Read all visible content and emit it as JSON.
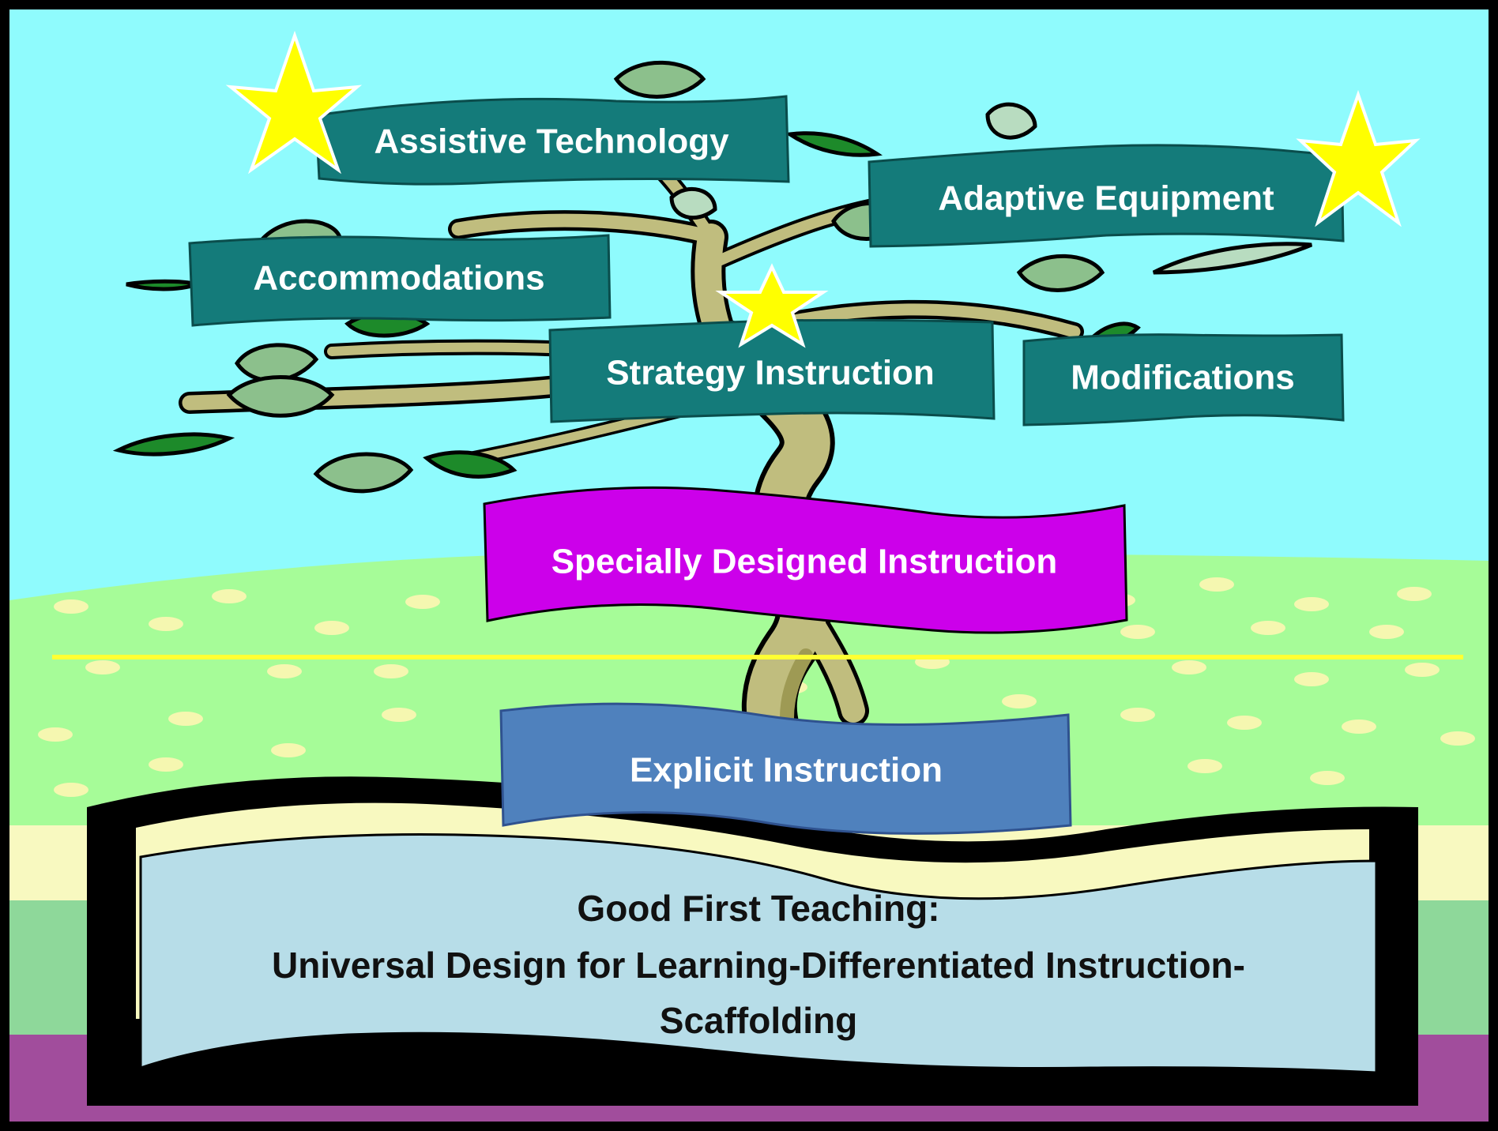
{
  "colors": {
    "sky": "#8ffbfd",
    "grass": "#a6fc98",
    "dot": "#f5f7b0",
    "sand": "#f8f9c0",
    "stripe_green": "#8ed89a",
    "ground_purple": "#a14d9c",
    "teal_banner": "#147b7a",
    "sdi_banner": "#cc00ea",
    "explicit_banner": "#4f81bd",
    "base_banner": "#b7dde8",
    "divider": "#ffff33",
    "star": "#ffff00",
    "trunk": "#c0bd7e",
    "leaf_light": "#8cc08c",
    "leaf_pale": "#b8dcc0",
    "leaf_dark": "#1d8a2a"
  },
  "banners": {
    "assistive_technology": "Assistive Technology",
    "adaptive_equipment": "Adaptive Equipment",
    "accommodations": "Accommodations",
    "strategy_instruction": "Strategy Instruction",
    "modifications": "Modifications",
    "specially_designed_instruction": "Specially Designed Instruction",
    "explicit_instruction": "Explicit Instruction"
  },
  "base": {
    "line1": "Good First Teaching:",
    "line2": "Universal Design for Learning-Differentiated Instruction-",
    "line3": "Scaffolding"
  },
  "icons": {
    "star": "star-icon",
    "tree": "tree-icon",
    "leaf": "leaf-icon"
  }
}
